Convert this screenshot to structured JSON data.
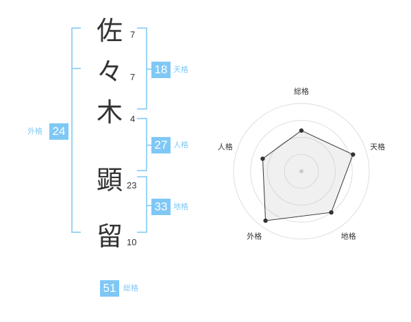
{
  "name": {
    "chars": [
      "佐",
      "々",
      "木",
      "顕",
      "留"
    ],
    "strokes": [
      "7",
      "7",
      "4",
      "23",
      "10"
    ]
  },
  "fortune": {
    "tenkaku": {
      "label": "天格",
      "value": "18"
    },
    "jinkaku": {
      "label": "人格",
      "value": "27"
    },
    "chikaku": {
      "label": "地格",
      "value": "33"
    },
    "gaikaku": {
      "label": "外格",
      "value": "24"
    },
    "soukaku": {
      "label": "総格",
      "value": "51"
    }
  },
  "colors": {
    "accent": "#7fc8f5",
    "bracket": "#9bd4f5",
    "text": "#333333"
  },
  "chart_data": {
    "type": "radar",
    "axes": [
      "総格",
      "天格",
      "地格",
      "外格",
      "人格"
    ],
    "values": [
      0.6,
      0.8,
      0.75,
      0.9,
      0.6
    ],
    "max": 1
  }
}
